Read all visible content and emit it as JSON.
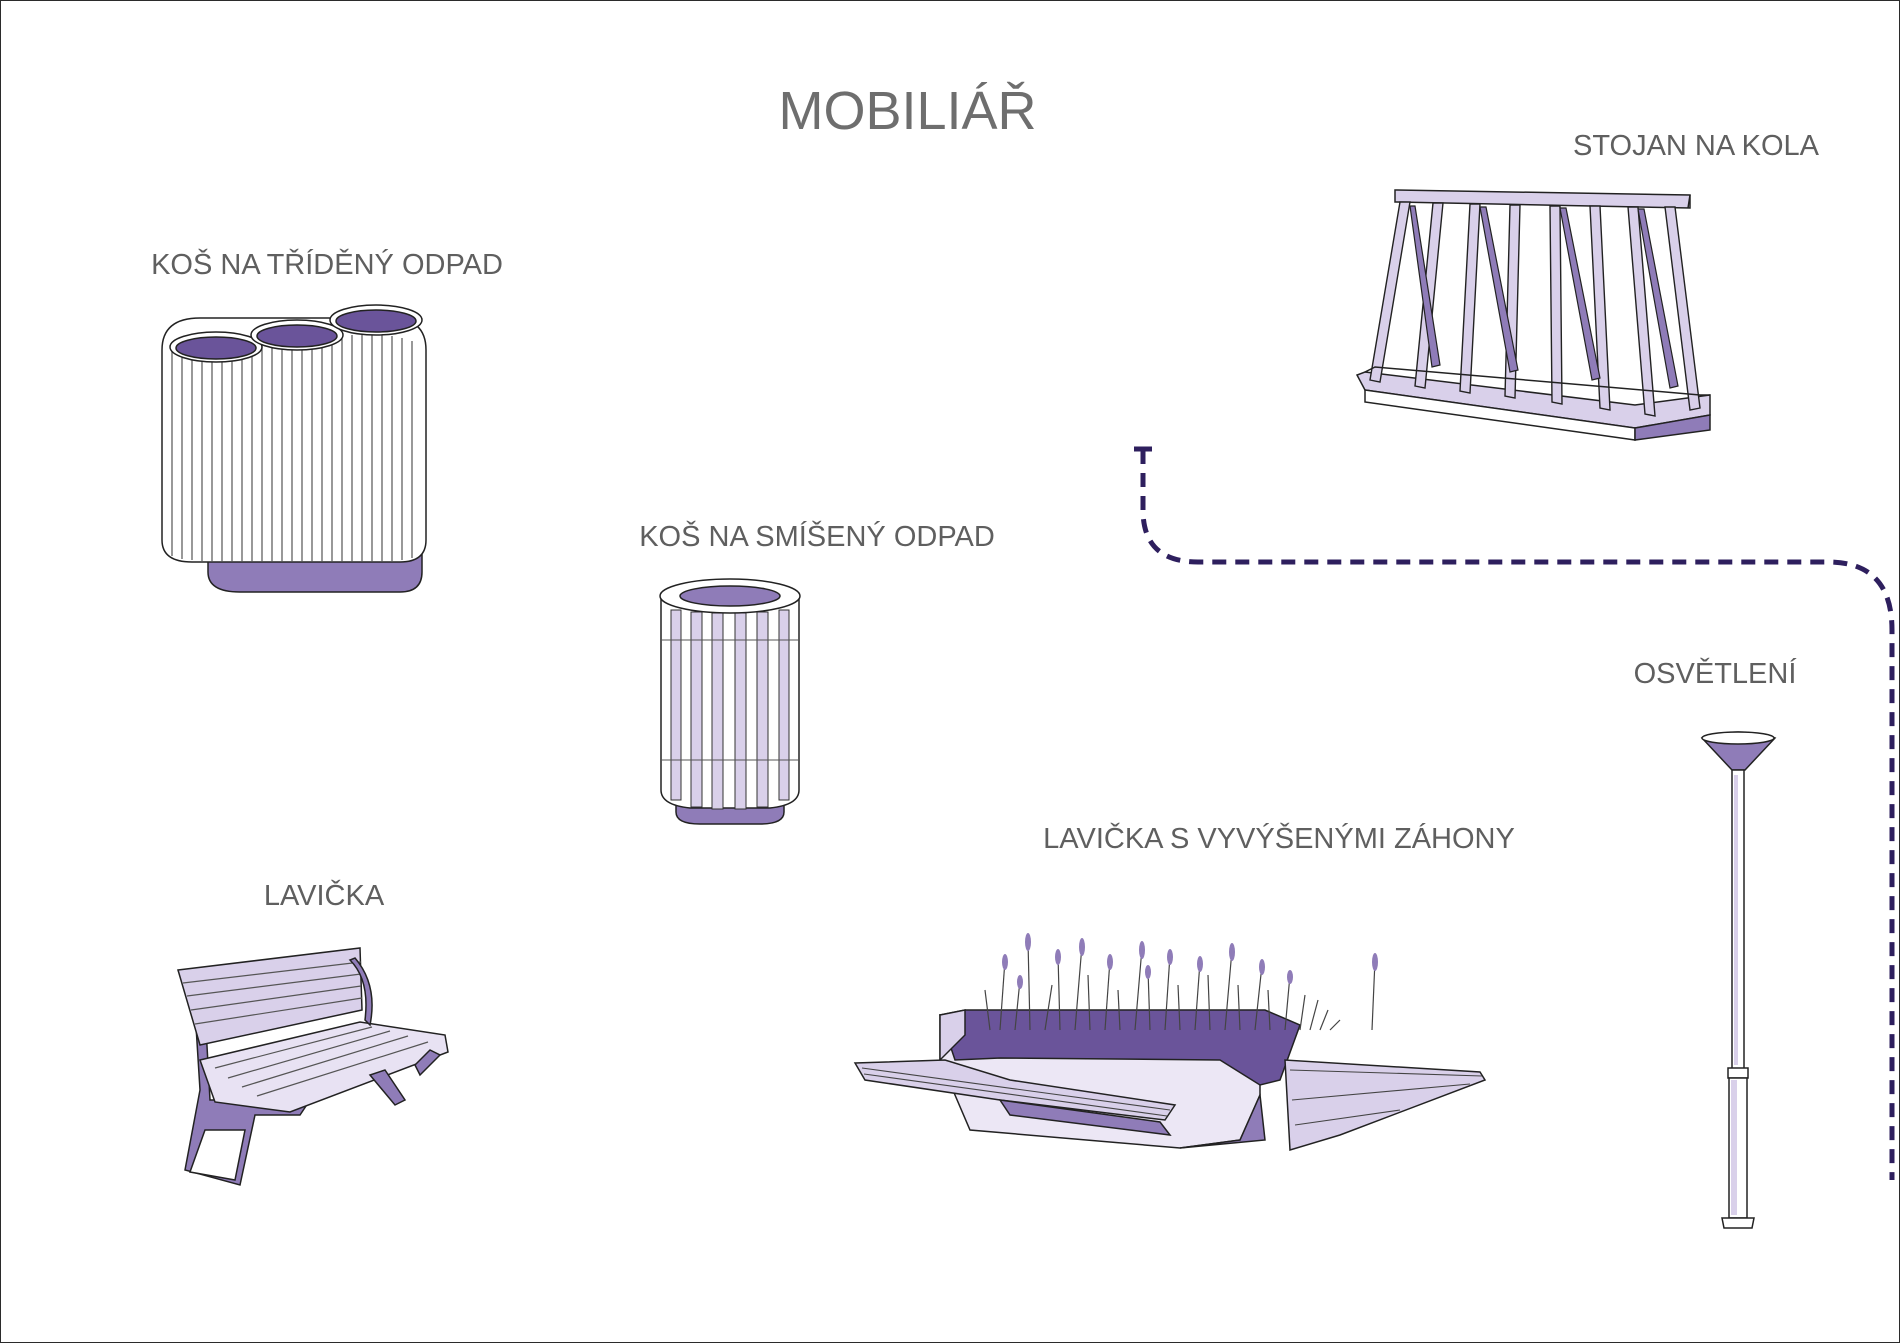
{
  "title": "MOBILIÁŘ",
  "labels": {
    "sorted_bin": "KOŠ NA TŘÍDĚNÝ ODPAD",
    "mixed_bin": "KOŠ NA SMÍŠENÝ ODPAD",
    "bench": "LAVIČKA",
    "bench_beds": "LAVIČKA S VYVÝŠENÝMI ZÁHONY",
    "bike_rack": "STOJAN NA KOLA",
    "lighting": "OSVĚTLENÍ"
  },
  "colors": {
    "accent_purple": "#8f7cb8",
    "light_purple": "#d9d0ea",
    "dark_purple": "#6a549a",
    "path_line": "#2e1f5e",
    "text": "#5f5f5f"
  }
}
